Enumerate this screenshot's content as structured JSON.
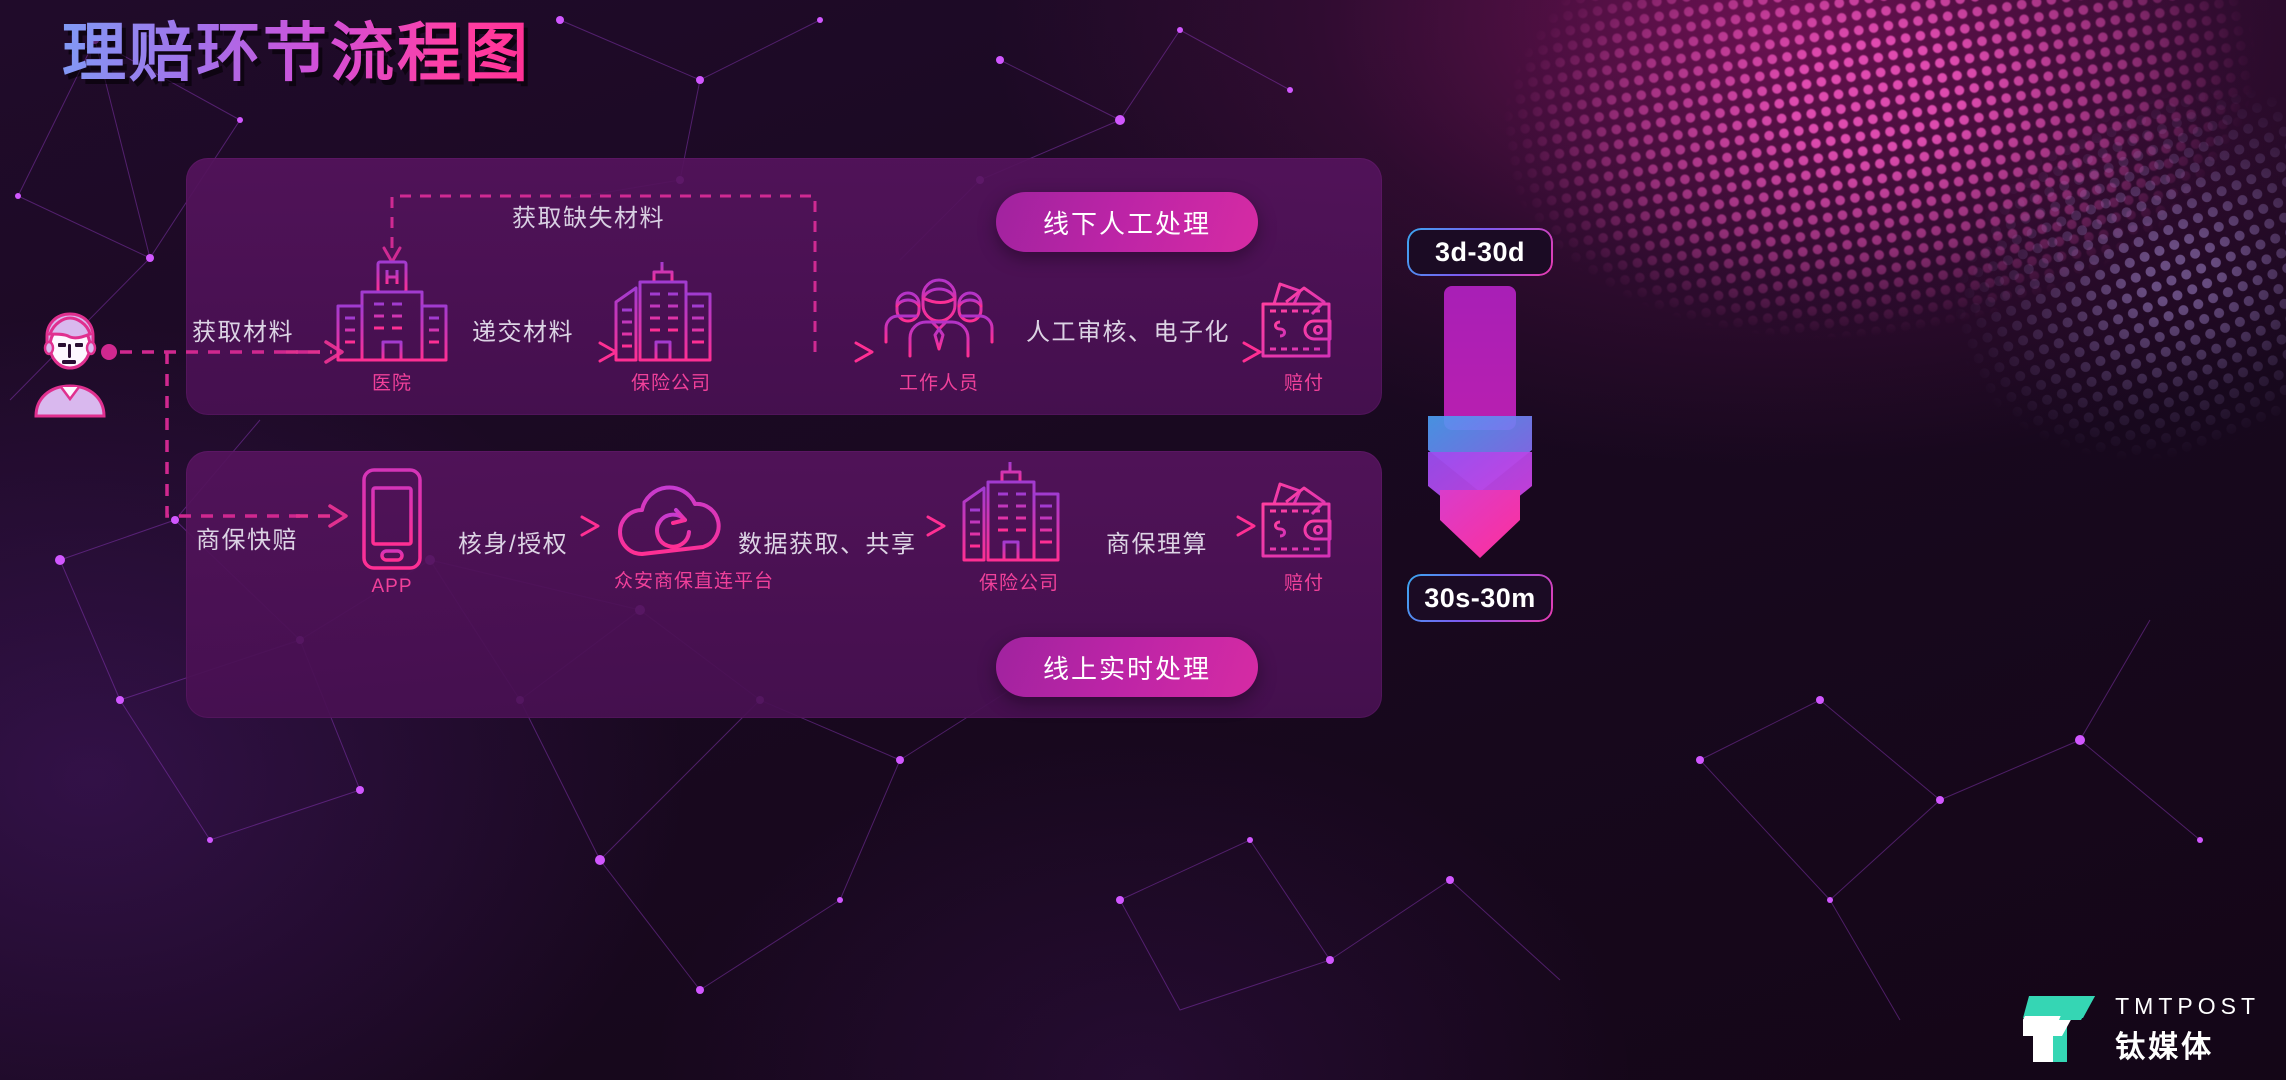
{
  "page": {
    "title": "理赔环节流程图",
    "bg_color": "#190920",
    "panel_color": "#541382",
    "accent_pink": "#f0409a",
    "accent_magenta": "#ff2f93",
    "accent_blue": "#3aa8f0"
  },
  "actor": {
    "name": "customer-avatar"
  },
  "row_offline": {
    "start_label": "获取材料",
    "feedback_label": "获取缺失材料",
    "pill_label": "线下人工处理",
    "nodes": [
      {
        "icon": "hospital-icon",
        "label": "医院"
      },
      {
        "icon": "insurance-building-icon",
        "label": "保险公司"
      },
      {
        "icon": "staff-group-icon",
        "label": "工作人员"
      },
      {
        "icon": "wallet-payout-icon",
        "label": "赔付"
      }
    ],
    "edges": [
      "递交材料",
      "人工审核、电子化"
    ]
  },
  "row_online": {
    "start_label": "商保快赔",
    "pill_label": "线上实时处理",
    "nodes": [
      {
        "icon": "mobile-app-icon",
        "label": "APP"
      },
      {
        "icon": "cloud-sync-icon",
        "label": "众安商保直连平台"
      },
      {
        "icon": "insurance-building-icon",
        "label": "保险公司"
      },
      {
        "icon": "wallet-payout-icon",
        "label": "赔付"
      }
    ],
    "edges": [
      "核身/授权",
      "数据获取、共享",
      "商保理算"
    ]
  },
  "rail": {
    "badge_top": "3d-30d",
    "badge_bottom": "30s-30m",
    "arrow": "down-arrow-chevrons"
  },
  "logo": {
    "en": "TMTPOST",
    "cn": "钛媒体",
    "mark_color": "#35d6b4"
  }
}
